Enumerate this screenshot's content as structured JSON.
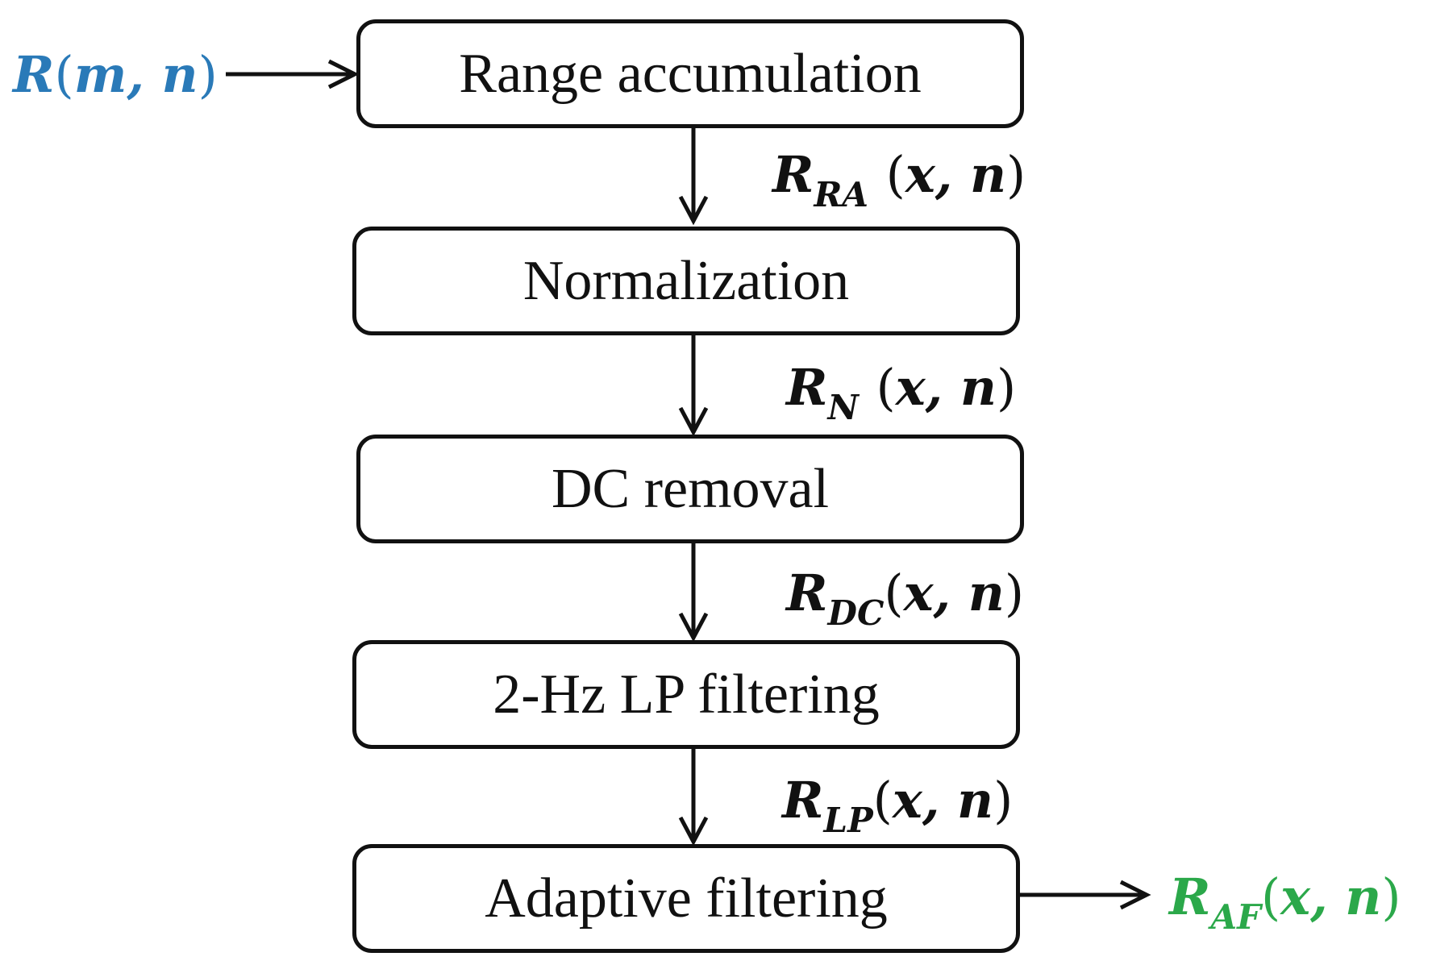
{
  "colors": {
    "line": "#111111",
    "input_signal": "#2a7ab8",
    "output_signal": "#2ba84a"
  },
  "blocks": [
    {
      "label": "Range accumulation"
    },
    {
      "label": "Normalization"
    },
    {
      "label": "DC removal"
    },
    {
      "label": "2-Hz LP filtering"
    },
    {
      "label": "Adaptive filtering"
    }
  ],
  "signals": {
    "input": {
      "main": "R",
      "sub": "",
      "args": "m, n"
    },
    "s1": {
      "main": "R",
      "sub": "RA",
      "args": "x, n"
    },
    "s2": {
      "main": "R",
      "sub": "N",
      "args": "x, n"
    },
    "s3": {
      "main": "R",
      "sub": "DC",
      "args": "x, n"
    },
    "s4": {
      "main": "R",
      "sub": "LP",
      "args": "x, n"
    },
    "output": {
      "main": "R",
      "sub": "AF",
      "args": "x, n"
    }
  }
}
